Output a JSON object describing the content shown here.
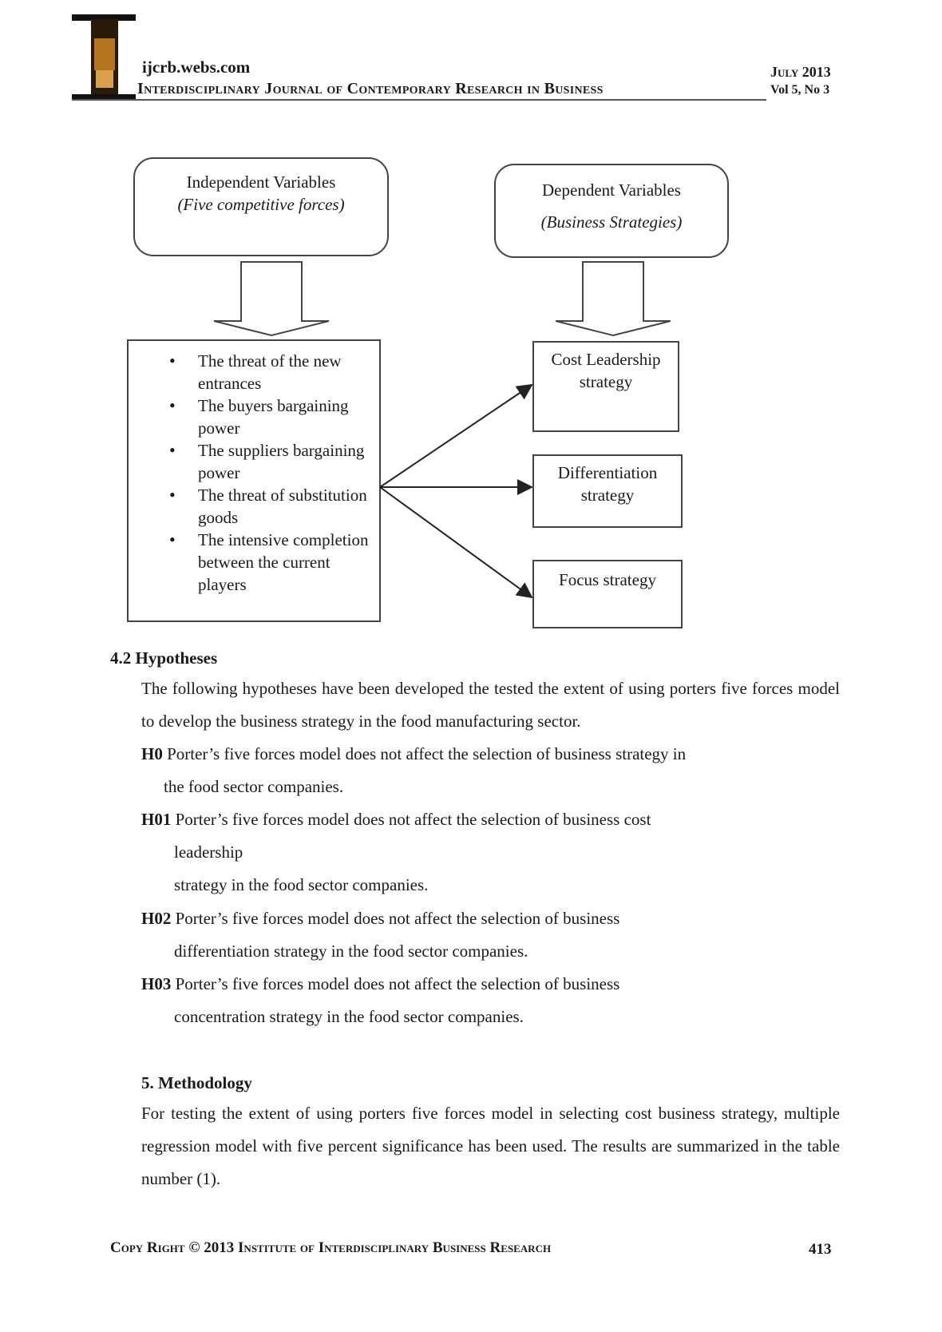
{
  "header": {
    "url": "ijcrb.webs.com",
    "journal": "Interdisciplinary Journal of Contemporary Research in Business",
    "date": "July 2013",
    "volume": "Vol 5, No 3"
  },
  "diagram": {
    "independent_title": "Independent Variables",
    "independent_sub": "(Five competitive forces)",
    "dependent_title": "Dependent Variables",
    "dependent_sub": "(Business Strategies)",
    "forces": [
      "The threat of the new entrances",
      "The buyers bargaining power",
      "The suppliers bargaining power",
      "The threat of substitution goods",
      "The intensive completion between the current players"
    ],
    "strategy_cost": "Cost Leadership strategy",
    "strategy_diff": "Differentiation strategy",
    "strategy_focus": "Focus strategy"
  },
  "hypotheses": {
    "heading": "4.2 Hypotheses",
    "intro": "The following hypotheses have been developed the tested the extent of using porters five forces model to develop the business strategy in the food manufacturing sector.",
    "h0_label": "H0",
    "h0_line1": "Porter’s five forces model does not affect the selection of business strategy in",
    "h0_line2": "the food sector companies.",
    "h01_label": "H01",
    "h01_line1": "Porter’s five forces model does not affect the selection of business cost",
    "h01_line2": "leadership",
    "h01_line3": "strategy in the food sector companies.",
    "h02_label": "H02",
    "h02_line1": "Porter’s five forces model does not affect the selection of business",
    "h02_line2": "differentiation strategy in the food sector companies.",
    "h03_label": "H03",
    "h03_line1": "Porter’s five forces model does not affect the selection of business",
    "h03_line2": "concentration strategy in the food sector companies."
  },
  "methodology": {
    "heading": "5. Methodology",
    "text": "For testing the extent of using porters five forces model in selecting cost business strategy, multiple regression model with five percent significance has been used. The results are summarized in the table number (1)."
  },
  "footer": {
    "copyright": "Copy Right © 2013 Institute of Interdisciplinary Business Research",
    "page": "413"
  }
}
